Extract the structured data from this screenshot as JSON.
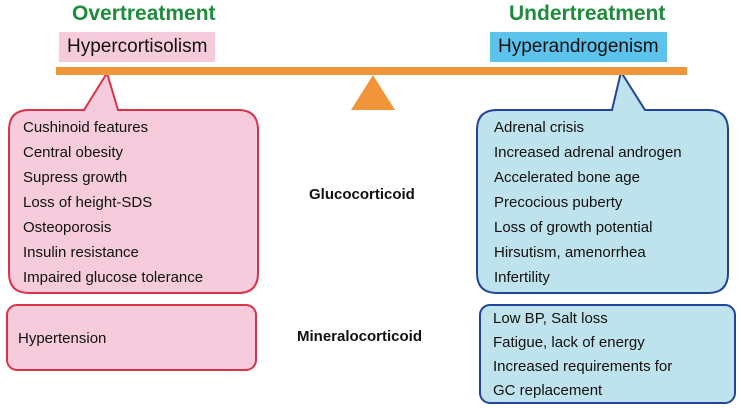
{
  "left": {
    "heading": "Overtreatment",
    "label": "Hypercortisolism",
    "glucocorticoid_effects": [
      "Cushinoid features",
      "Central obesity",
      "Supress growth",
      "Loss of height-SDS",
      "Osteoporosis",
      "Insulin resistance",
      "Impaired glucose tolerance"
    ],
    "mineralocorticoid_effects": [
      "Hypertension"
    ]
  },
  "right": {
    "heading": "Undertreatment",
    "label": "Hyperandrogenism",
    "glucocorticoid_effects": [
      "Adrenal crisis",
      "Increased adrenal androgen",
      "Accelerated bone age",
      "Precocious puberty",
      "Loss of growth potential",
      "Hirsutism, amenorrhea",
      "Infertility"
    ],
    "mineralocorticoid_effects": [
      "Low BP, Salt loss",
      "Fatigue, lack of energy",
      "Increased requirements for",
      "GC replacement"
    ]
  },
  "middle": {
    "glucocorticoid": "Glucocorticoid",
    "mineralocorticoid": "Mineralocorticoid"
  },
  "colors": {
    "heading_green": "#1e8c3a",
    "beam_orange": "#f0953a",
    "pink_fill": "#f6cbdc",
    "pink_border": "#d9334a",
    "blue_fill": "#bfe3ec",
    "blue_border": "#22449a",
    "label_blue": "#5bc3ec"
  }
}
